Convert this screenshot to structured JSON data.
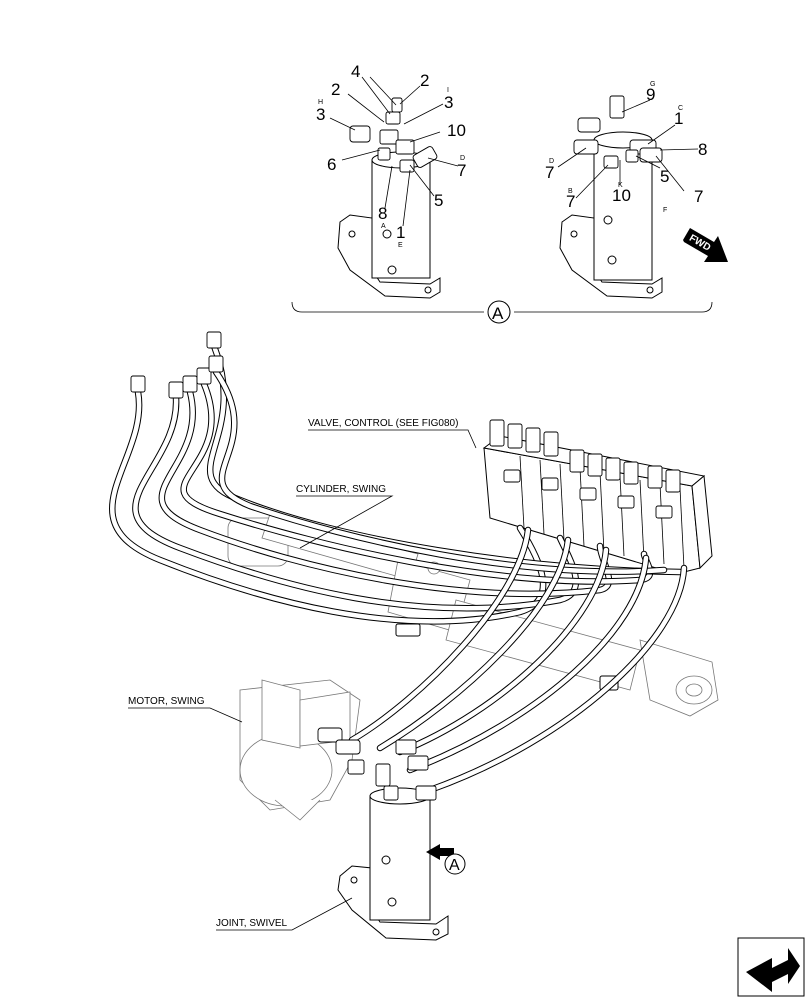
{
  "detail_view": {
    "label": "A",
    "fwd_label": "FWD"
  },
  "left_view": {
    "numbers": [
      "4",
      "2",
      "2",
      "3",
      "3",
      "10",
      "6",
      "7",
      "5",
      "8",
      "1"
    ],
    "letters": [
      "H",
      "I",
      "D",
      "A",
      "E"
    ]
  },
  "right_view": {
    "numbers": [
      "9",
      "1",
      "8",
      "7",
      "7",
      "10",
      "5",
      "7"
    ],
    "letters": [
      "G",
      "C",
      "D",
      "B",
      "K",
      "F"
    ]
  },
  "callouts": {
    "valve": "VALVE, CONTROL (SEE FIG080)",
    "cylinder": "CYLINDER, SWING",
    "motor": "MOTOR, SWING",
    "joint": "JOINT, SWIVEL"
  },
  "view_marker": "A"
}
